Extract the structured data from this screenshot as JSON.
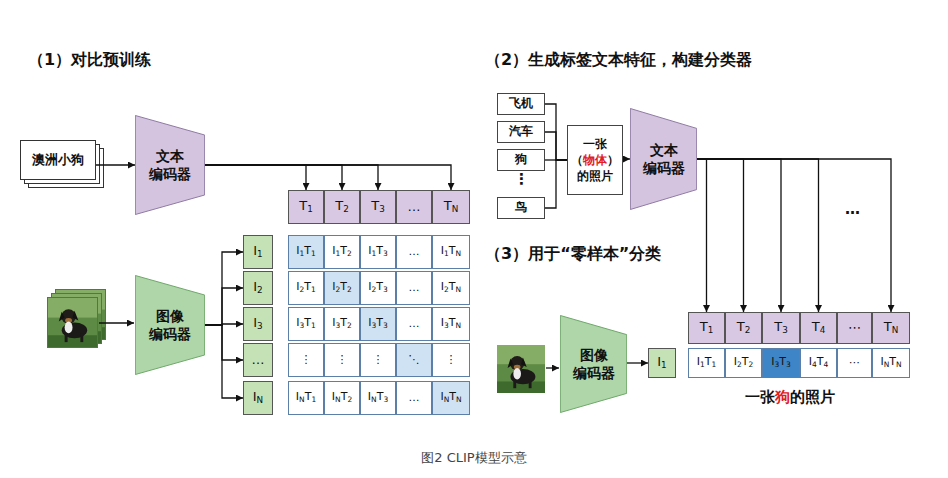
{
  "diagram": {
    "caption": "图2 CLIP模型示意",
    "nodes": [
      {
        "text": [
          "澳洲小狗"
        ]
      },
      {
        "text": [
          "文本 编码器"
        ]
      },
      {
        "text": [
          "T1"
        ]
      },
      {
        "text": [
          "T2"
        ]
      },
      {
        "text": [
          "T3"
        ]
      },
      {
        "text": [
          "…"
        ]
      },
      {
        "text": [
          "TN"
        ]
      },
      {
        "text": [
          "图像 编码器"
        ]
      },
      {
        "text": [
          "I1"
        ]
      },
      {
        "text": [
          "I1T1"
        ]
      },
      {
        "text": [
          "I1T2"
        ]
      },
      {
        "text": [
          "I1T3"
        ]
      },
      {
        "text": [
          "…"
        ]
      },
      {
        "text": [
          "I1TN"
        ]
      },
      {
        "text": [
          "I2"
        ]
      },
      {
        "text": [
          "I2T1"
        ]
      },
      {
        "text": [
          "I2T2"
        ]
      },
      {
        "text": [
          "I2T3"
        ]
      },
      {
        "text": [
          "…"
        ]
      },
      {
        "text": [
          "I2TN"
        ]
      },
      {
        "text": [
          "I3"
        ]
      },
      {
        "text": [
          "I3T1"
        ]
      },
      {
        "text": [
          "I3T2"
        ]
      },
      {
        "text": [
          "I3T3"
        ]
      },
      {
        "text": [
          "…"
        ]
      },
      {
        "text": [
          "I3TN"
        ]
      },
      {
        "text": [
          "…"
        ]
      },
      {
        "text": [
          "⋮"
        ]
      },
      {
        "text": [
          "⋮"
        ]
      },
      {
        "text": [
          "⋮"
        ]
      },
      {
        "text": [
          "⋱"
        ]
      },
      {
        "text": [
          "⋮"
        ]
      },
      {
        "text": [
          "IN"
        ]
      },
      {
        "text": [
          "INT1"
        ]
      },
      {
        "text": [
          "INT2"
        ]
      },
      {
        "text": [
          "INT3"
        ]
      },
      {
        "text": [
          "…"
        ]
      },
      {
        "text": [
          "INTN"
        ]
      },
      {
        "text": [
          "飞机"
        ]
      },
      {
        "text": [
          "汽车"
        ]
      },
      {
        "text": [
          "狗"
        ]
      },
      {
        "text": [
          "鸟"
        ]
      },
      {
        "text": [
          "一张 （物体） 的照片"
        ]
      },
      {
        "text": [
          "文本 编码器"
        ]
      },
      {
        "text": [
          "T1"
        ]
      },
      {
        "text": [
          "T2"
        ]
      },
      {
        "text": [
          "T3"
        ]
      },
      {
        "text": [
          "T4"
        ]
      },
      {
        "text": [
          "⋯"
        ]
      },
      {
        "text": [
          "TN"
        ]
      },
      {
        "text": [
          "图像 编码器"
        ]
      },
      {
        "text": [
          "I1"
        ]
      },
      {
        "text": [
          "I1T1"
        ]
      },
      {
        "text": [
          "I2T2"
        ]
      },
      {
        "text": [
          "I3T3"
        ]
      },
      {
        "text": [
          "I4T4"
        ]
      },
      {
        "text": [
          "⋯"
        ]
      },
      {
        "text": [
          "INTN"
        ]
      }
    ],
    "edges": [
      {
        "from": 0,
        "to": 1,
        "arrow": "to"
      },
      {
        "from": 1,
        "to": 2,
        "arrow": "to"
      },
      {
        "from": 1,
        "to": 3,
        "arrow": "to"
      },
      {
        "from": 1,
        "to": 4,
        "arrow": "to"
      },
      {
        "from": 1,
        "to": 6,
        "arrow": "to"
      },
      {
        "from": 7,
        "to": 8,
        "arrow": "to"
      },
      {
        "from": 7,
        "to": 14,
        "arrow": "to"
      },
      {
        "from": 7,
        "to": 20,
        "arrow": "to"
      },
      {
        "from": 7,
        "to": 26,
        "arrow": "to"
      },
      {
        "from": 7,
        "to": 32,
        "arrow": "to"
      },
      {
        "from": 38,
        "to": 42,
        "arrow": "none"
      },
      {
        "from": 39,
        "to": 42,
        "arrow": "none"
      },
      {
        "from": 40,
        "to": 42,
        "arrow": "none"
      },
      {
        "from": 41,
        "to": 42,
        "arrow": "none"
      },
      {
        "from": 42,
        "to": 43,
        "arrow": "to"
      },
      {
        "from": 43,
        "to": 44,
        "arrow": "to"
      },
      {
        "from": 43,
        "to": 45,
        "arrow": "to"
      },
      {
        "from": 43,
        "to": 46,
        "arrow": "to"
      },
      {
        "from": 43,
        "to": 47,
        "arrow": "to"
      },
      {
        "from": 43,
        "to": 49,
        "arrow": "to"
      },
      {
        "from": 50,
        "to": 51,
        "arrow": "to"
      }
    ],
    "labels": [
      "（1）对比预训练",
      "（2）生成标签文本特征，构建分类器",
      "（3）用于“零样本”分类",
      "⋮",
      "…",
      "一张",
      "狗",
      "的照片"
    ]
  }
}
